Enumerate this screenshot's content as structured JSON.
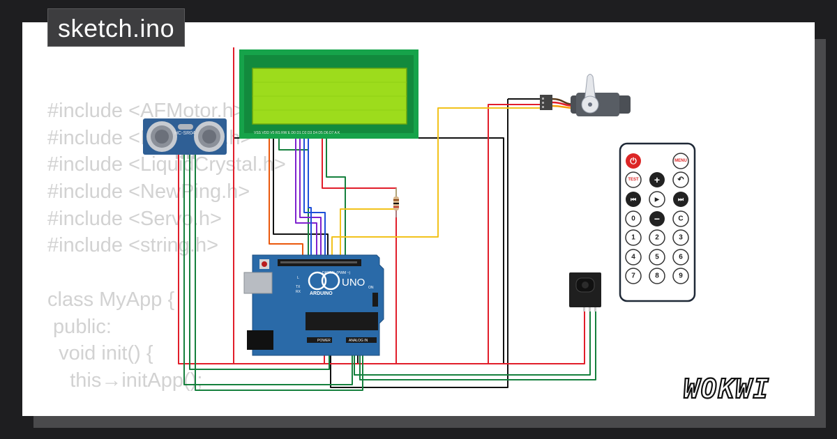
{
  "header": {
    "sketch_name": "sketch.ino"
  },
  "code_lines": [
    "#include <AFMotor.h>",
    "#include <IRremote.h>",
    "#include <LiquidCrystal.h>",
    "#include <NewPing.h>",
    "#include <Servo.h>",
    "#include <string.h>",
    "",
    "class MyApp {",
    " public:",
    "  void init() {",
    "    this→initApp();"
  ],
  "components": {
    "sensor_label": "HC-SR04",
    "lcd_pins": "VSS VDD V0 RS RW E D0 D1 D2 D3 D4 D5 D6 D7 A K",
    "arduino": {
      "brand": "ARDUINO",
      "model": "UNO",
      "digital": "DIGITAL (PWM ~)",
      "analog": "ANALOG IN",
      "power": "POWER",
      "on": "ON",
      "tx": "TX",
      "rx": "RX",
      "l": "L"
    }
  },
  "remote": {
    "power": "⏻",
    "menu": "MENU",
    "test": "TEST",
    "plus": "+",
    "back": "↶",
    "prev": "⏮",
    "play": "▶",
    "next": "⏭",
    "zero": "0",
    "minus": "−",
    "clear": "C",
    "digits": [
      "1",
      "2",
      "3",
      "4",
      "5",
      "6",
      "7",
      "8",
      "9"
    ]
  },
  "brand": {
    "logo": "WOKWI"
  },
  "colors": {
    "background": "#1e1e20",
    "card": "#ffffff",
    "tab": "#3d3d3f",
    "lcd_frame": "#16a34a",
    "lcd_screen": "#9ddc1c",
    "arduino": "#2a6aa8",
    "sensor": "#2f5f95",
    "wire_red": "#e11d2a",
    "wire_black": "#111111",
    "wire_green": "#15803d",
    "wire_yellow": "#f2c21b",
    "wire_purple": "#7e22ce",
    "wire_blue": "#1d4ed8",
    "wire_orange": "#ea580c"
  }
}
